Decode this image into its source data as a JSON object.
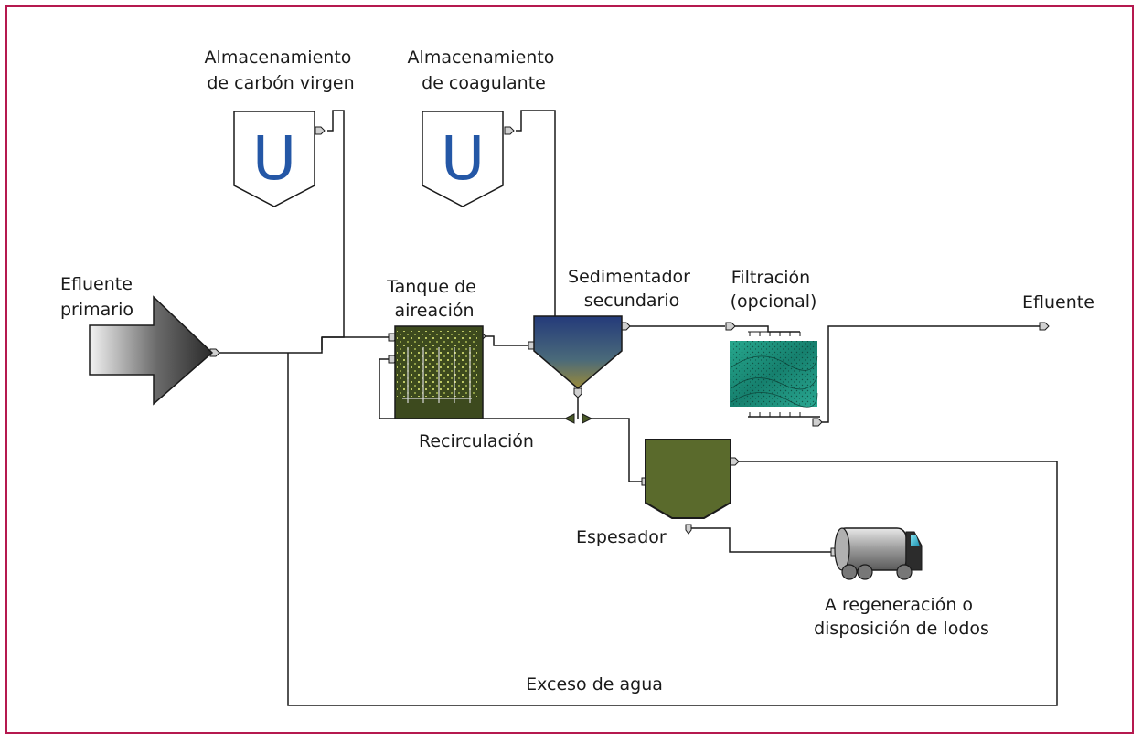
{
  "labels": {
    "carbon_storage": [
      "Almacenamiento",
      "de carbón virgen"
    ],
    "coagulant_storage": [
      "Almacenamiento",
      "de coagulante"
    ],
    "primary_effluent": [
      "Efluente",
      "primario"
    ],
    "aeration_tank": [
      "Tanque de",
      "aireación"
    ],
    "secondary_settler": [
      "Sedimentador",
      "secundario"
    ],
    "filtration": [
      "Filtración",
      "(opcional)"
    ],
    "effluent": "Efluente",
    "recirculation": "Recirculación",
    "thickener": "Espesador",
    "regeneration": [
      "A regeneración o",
      "disposición de lodos"
    ],
    "excess_water": "Exceso de agua"
  },
  "storage_symbol": "U",
  "colors": {
    "frame": "#b5194f",
    "hopper_u": "#2457a6",
    "aeration_tank": "#3d4a1e",
    "thickener": "#5a6a2c",
    "settler_top": "#243a7a",
    "settler_bottom": "#8a8a3a",
    "filter": "#1f8c7a",
    "arrow_fill": "#d0d0d0"
  }
}
